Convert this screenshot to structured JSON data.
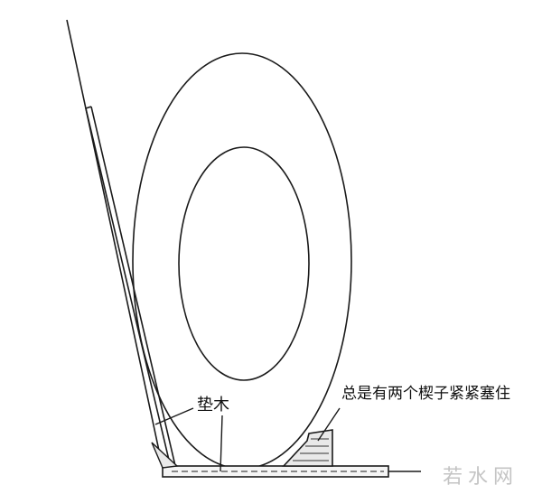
{
  "labels": {
    "pad_wood": "垫木",
    "wedges_note": "总是有两个楔子紧紧塞住"
  },
  "watermark": {
    "text": "若水网"
  },
  "colors": {
    "line": "#1a1a1a",
    "background": "#ffffff",
    "watermark": "#c4c4c4"
  }
}
